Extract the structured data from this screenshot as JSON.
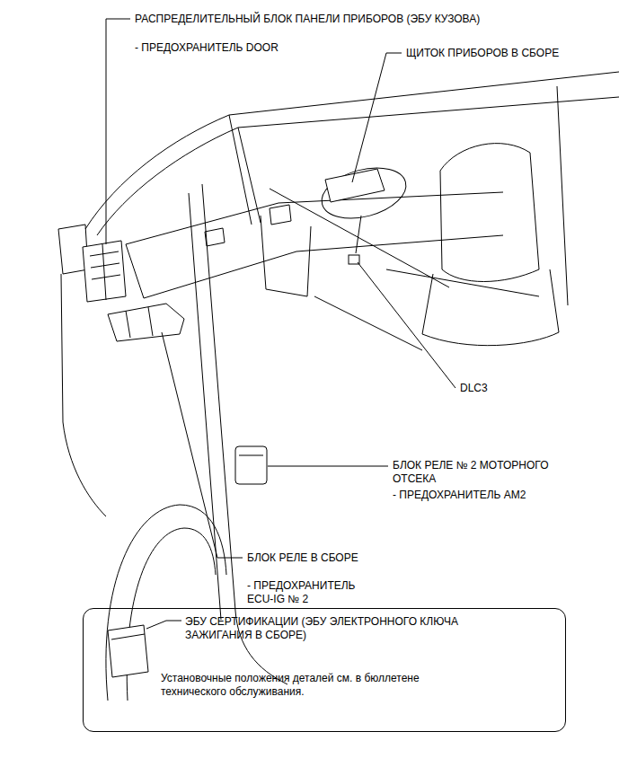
{
  "diagram": {
    "nodes": [
      {
        "text": [
          "ЭБУ СЕРТИФИКАЦИИ (ЭБУ ЭЛЕКТРОННОГО КЛЮЧА ЗАЖИГАНИЯ В СБОРЕ)",
          "Установочные положения деталей см. в бюллетене технического обслуживания."
        ]
      }
    ],
    "labels": [
      "РАСПРЕДЕЛИТЕЛЬНЫЙ БЛОК ПАНЕЛИ ПРИБОРОВ (ЭБУ КУЗОВА)",
      "- ПРЕДОХРАНИТЕЛЬ DOOR",
      "ЩИТОК ПРИБОРОВ В СБОРЕ",
      "DLC3",
      "БЛОК РЕЛЕ № 2 МОТОРНОГО ОТСЕКА",
      "- ПРЕДОХРАНИТЕЛЬ AM2",
      "БЛОК РЕЛЕ В СБОРЕ",
      "- ПРЕДОХРАНИТЕЛЬ ECU-IG № 2"
    ]
  }
}
